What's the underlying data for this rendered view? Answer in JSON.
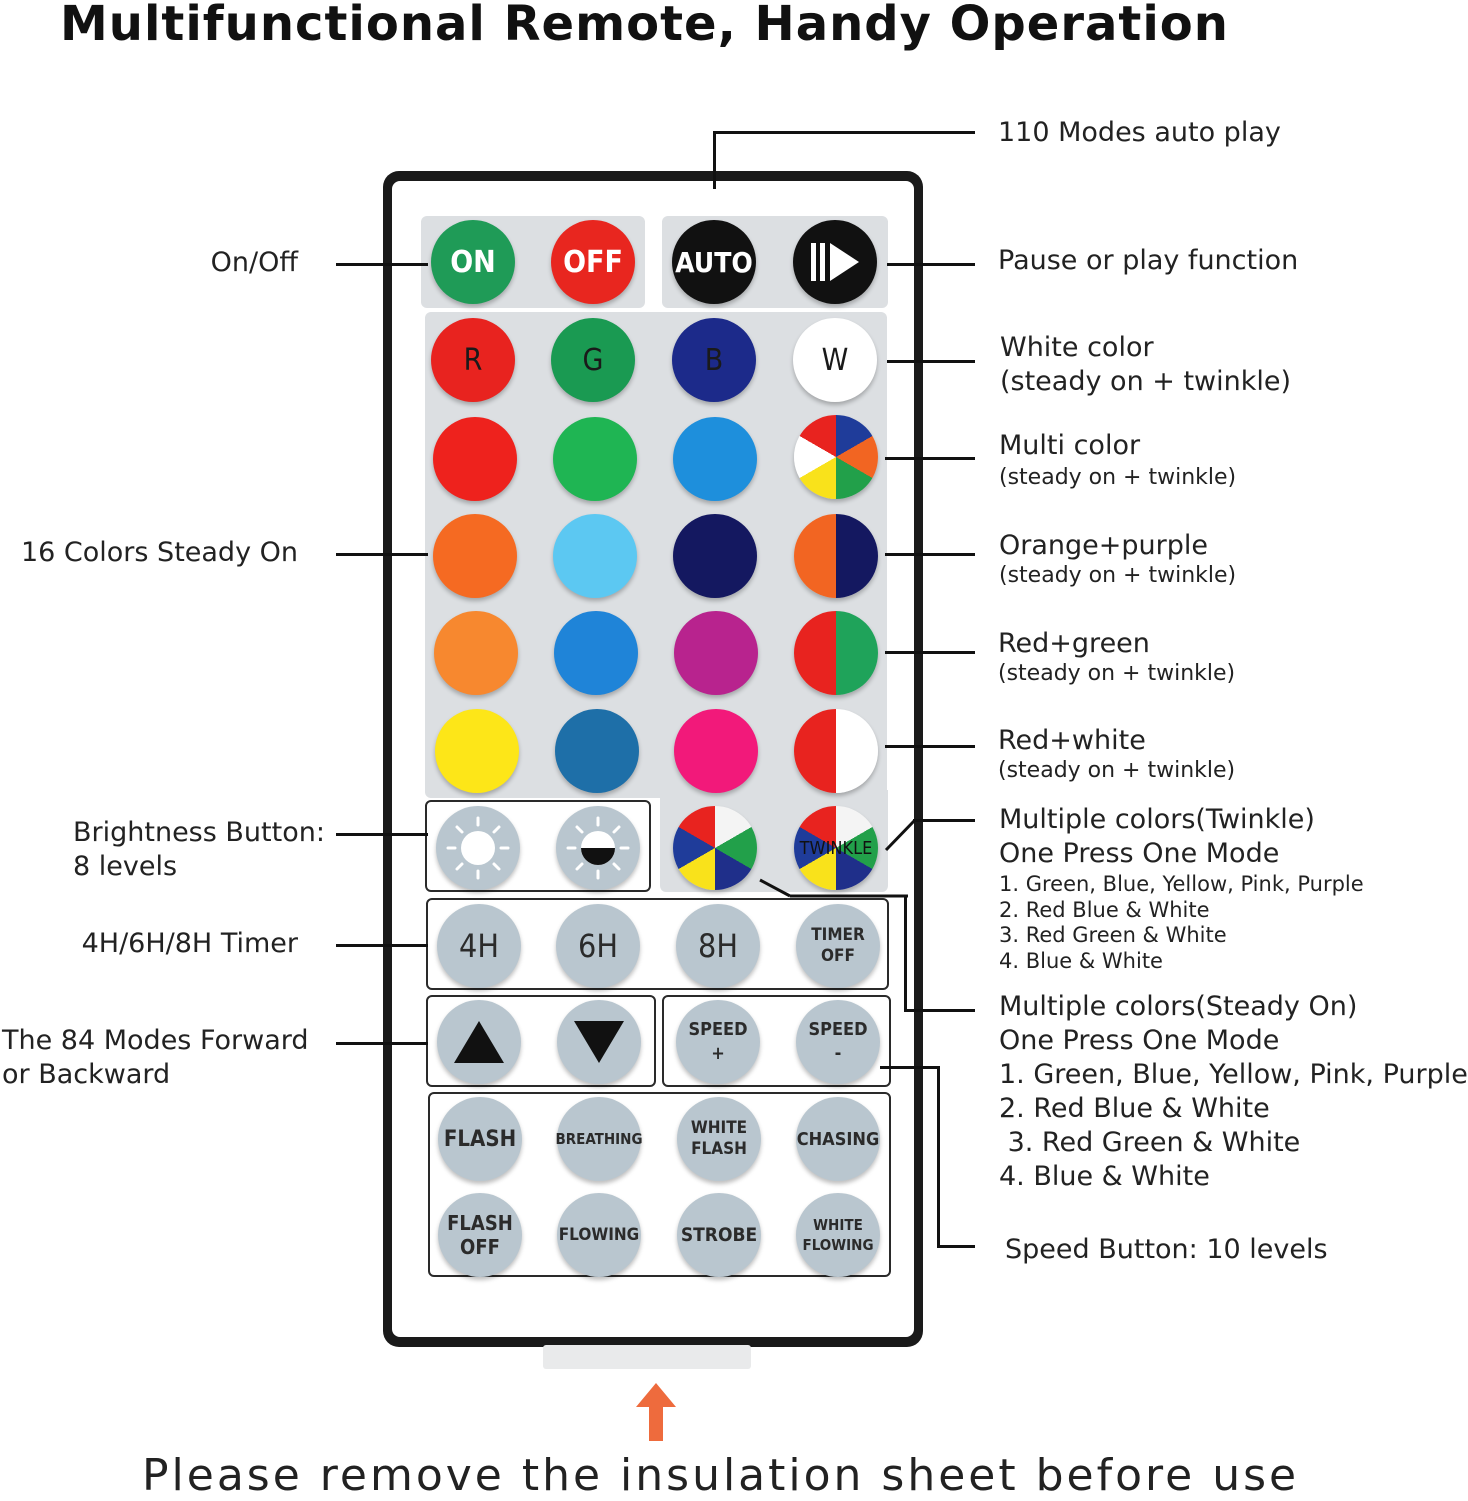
{
  "title": "Multifunctional Remote, Handy Operation",
  "footer": "Please remove the insulation sheet before use",
  "labels": {
    "auto_play": "110 Modes auto play",
    "on_off": "On/Off",
    "pause_play": "Pause or play function",
    "white_line1": "White color",
    "white_line2": "(steady on + twinkle)",
    "multi_line1": "Multi color",
    "multi_line2": "(steady on + twinkle)",
    "colors16": "16 Colors Steady On",
    "orange_line1": "Orange+purple",
    "orange_line2": "(steady on + twinkle)",
    "redgreen_line1": "Red+green",
    "redgreen_line2": "(steady on + twinkle)",
    "redwhite_line1": "Red+white",
    "redwhite_line2": "(steady on + twinkle)",
    "brightness_line1": "Brightness Button:",
    "brightness_line2": "8 levels",
    "twinkle_title1": "Multiple colors(Twinkle)",
    "twinkle_title2": "One Press One Mode",
    "twinkle_items": [
      "1. Green, Blue, Yellow, Pink, Purple",
      "2. Red Blue & White",
      "3. Red Green & White",
      "4. Blue & White"
    ],
    "timer": "4H/6H/8H Timer",
    "modes_line1": "The 84 Modes Forward",
    "modes_line2": "or Backward",
    "steady_title1": "Multiple colors(Steady On)",
    "steady_title2": "One Press One Mode",
    "steady_items": [
      "1. Green, Blue, Yellow, Pink, Purple",
      "2. Red Blue & White",
      " 3. Red Green & White",
      "4. Blue & White"
    ],
    "speed": "Speed Button: 10 levels"
  },
  "buttons": {
    "on": "ON",
    "off": "OFF",
    "auto": "AUTO",
    "r": "R",
    "g": "G",
    "b": "B",
    "w": "W",
    "twinkle": "TWINKLE",
    "h4": "4H",
    "h6": "6H",
    "h8": "8H",
    "timer_off_1": "TIMER",
    "timer_off_2": "OFF",
    "speed_plus_1": "SPEED",
    "speed_plus_2": "+",
    "speed_minus_1": "SPEED",
    "speed_minus_2": "-",
    "flash": "FLASH",
    "breathing": "BREATHING",
    "white_flash_1": "WHITE",
    "white_flash_2": "FLASH",
    "chasing": "CHASING",
    "flash_off_1": "FLASH",
    "flash_off_2": "OFF",
    "flowing": "FLOWING",
    "strobe": "STROBE",
    "white_flowing_1": "WHITE",
    "white_flowing_2": "FLOWING"
  },
  "colors": {
    "on": "#1f9b57",
    "off": "#e8261f",
    "row1": [
      "#e8231f",
      "#1a9a52",
      "#1c2a8a",
      "#ffffff"
    ],
    "row2": [
      "#ee221d",
      "#1fb553",
      "#1e8fdc"
    ],
    "row3": [
      "#f56a22",
      "#5cc8f2",
      "#141860"
    ],
    "row4": [
      "#f7882f",
      "#1f84d8",
      "#b8238e"
    ],
    "row5": [
      "#fde618",
      "#1e6fa8",
      "#f2197a"
    ],
    "arrow": "#ee6b3d"
  }
}
